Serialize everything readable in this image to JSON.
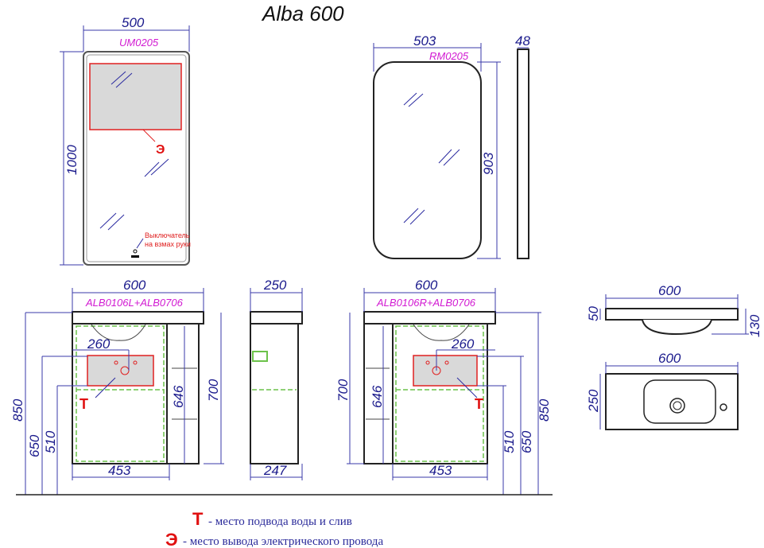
{
  "title": "Alba 600",
  "mirror_left": {
    "code": "UM0205",
    "width": "500",
    "height": "1000",
    "power_mark": "Э",
    "switch_line1": "Выключатель",
    "switch_line2": "на взмах руки"
  },
  "mirror_right": {
    "code": "RM0205",
    "width": "503",
    "height": "903",
    "depth": "48"
  },
  "vanity_left": {
    "code": "ALB0106L+ALB0706",
    "width": "600",
    "h850": "850",
    "h650": "650",
    "h510": "510",
    "h700": "700",
    "h646": "646",
    "w453": "453",
    "w260": "260",
    "water_mark": "T"
  },
  "vanity_side": {
    "depth_top": "250",
    "depth_bottom": "247"
  },
  "vanity_right": {
    "code": "ALB0106R+ALB0706",
    "width": "600",
    "h850": "850",
    "h650": "650",
    "h510": "510",
    "h700": "700",
    "h646": "646",
    "w453": "453",
    "w260": "260",
    "water_mark": "T"
  },
  "basin": {
    "front_width": "600",
    "thickness": "50",
    "height": "130",
    "plan_width": "600",
    "plan_depth": "250"
  },
  "legend": {
    "water_mark": "T",
    "water_text": "- место подвода воды и слив",
    "power_mark": "Э",
    "power_text": "- место вывода электрического провода"
  }
}
